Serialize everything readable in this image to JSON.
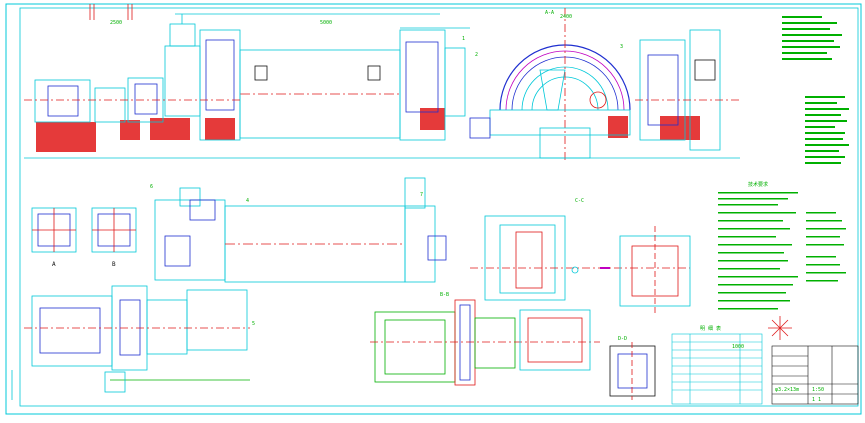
{
  "drawing": {
    "colors": {
      "cyan": "#00c8d8",
      "blue": "#1f2fd0",
      "red": "#e01818",
      "green": "#00b000",
      "magenta": "#c000c0",
      "black": "#111111",
      "paper": "#ffffff"
    },
    "labels": {
      "dim_top_left": "2500",
      "dim_top_mid": "5000",
      "dim_top_right": "2400",
      "dim_right": "1000",
      "view_label_left": "A",
      "view_label_mid": "B",
      "section_top": "A-A",
      "section_mid_left": "B-B",
      "section_mid": "C-C",
      "section_right": "D-D",
      "part_1": "1",
      "part_2": "2",
      "part_3": "3",
      "part_4": "4",
      "part_5": "5",
      "part_6": "6",
      "part_7": "7",
      "notes_title": "技术要求",
      "table_title": "明 细 表",
      "scale": "1:50",
      "drawing_no": "φ3.2×13m",
      "sheet": "1  1"
    }
  }
}
